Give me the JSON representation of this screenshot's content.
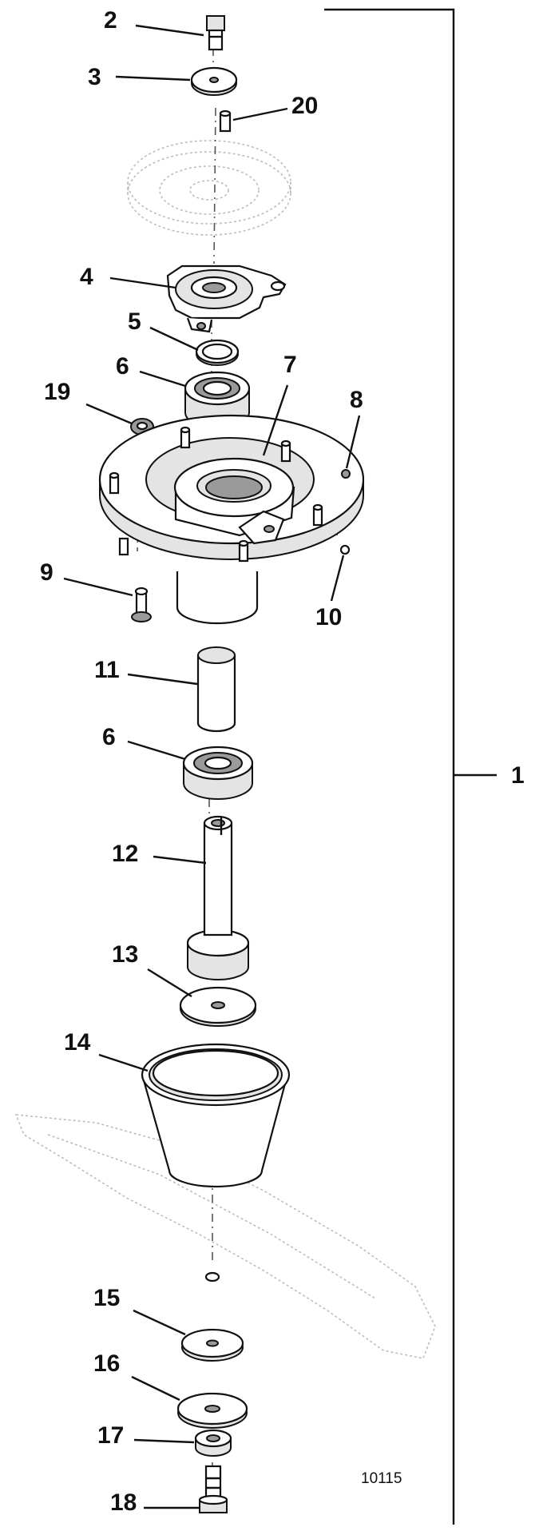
{
  "diagram": {
    "assembly_label": "1",
    "reference_number": "10115",
    "callouts": [
      {
        "id": "c2",
        "label": "2"
      },
      {
        "id": "c3",
        "label": "3"
      },
      {
        "id": "c20",
        "label": "20"
      },
      {
        "id": "c4",
        "label": "4"
      },
      {
        "id": "c5",
        "label": "5"
      },
      {
        "id": "c6a",
        "label": "6"
      },
      {
        "id": "c7",
        "label": "7"
      },
      {
        "id": "c19",
        "label": "19"
      },
      {
        "id": "c8",
        "label": "8"
      },
      {
        "id": "c9",
        "label": "9"
      },
      {
        "id": "c10",
        "label": "10"
      },
      {
        "id": "c11",
        "label": "11"
      },
      {
        "id": "c6b",
        "label": "6"
      },
      {
        "id": "c12",
        "label": "12"
      },
      {
        "id": "c13",
        "label": "13"
      },
      {
        "id": "c14",
        "label": "14"
      },
      {
        "id": "c15",
        "label": "15"
      },
      {
        "id": "c16",
        "label": "16"
      },
      {
        "id": "c17",
        "label": "17"
      },
      {
        "id": "c18",
        "label": "18"
      }
    ]
  }
}
